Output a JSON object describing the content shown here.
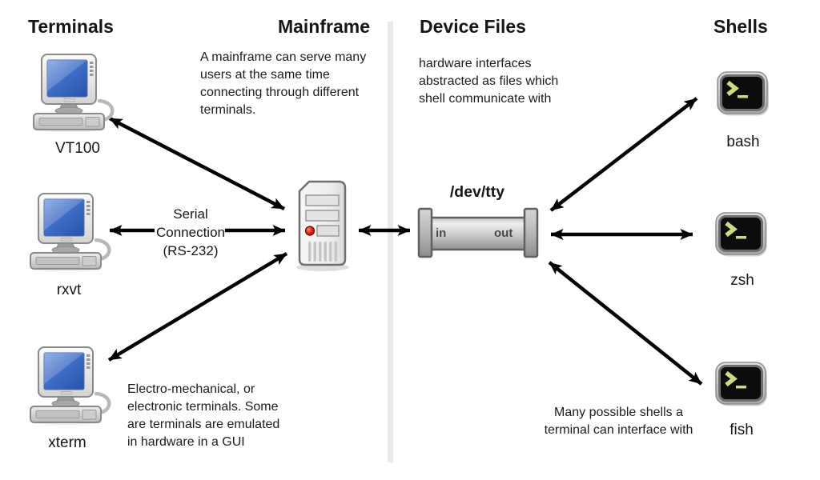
{
  "headers": {
    "terminals": "Terminals",
    "mainframe": "Mainframe",
    "device_files": "Device Files",
    "shells": "Shells"
  },
  "notes": {
    "mainframe": [
      "A mainframe can serve many",
      "users at the same time",
      "connecting through different",
      "terminals."
    ],
    "device_files": [
      "hardware interfaces",
      "abstracted as files which",
      "shell communicate with"
    ],
    "terminals": [
      "Electro-mechanical, or",
      "electronic terminals. Some",
      "are terminals are emulated",
      "in hardware in a GUI"
    ],
    "shells": [
      "Many possible shells a",
      "terminal can interface with"
    ]
  },
  "serial_connection": [
    "Serial",
    "Connection",
    "(RS-232)"
  ],
  "terminal_nodes": [
    {
      "label": "VT100",
      "icon": "crt-computer-icon"
    },
    {
      "label": "rxvt",
      "icon": "crt-computer-icon"
    },
    {
      "label": "xterm",
      "icon": "crt-computer-icon"
    }
  ],
  "shell_nodes": [
    {
      "label": "bash",
      "icon": "terminal-window-icon"
    },
    {
      "label": "zsh",
      "icon": "terminal-window-icon"
    },
    {
      "label": "fish",
      "icon": "terminal-window-icon"
    }
  ],
  "mainframe_node": {
    "icon": "server-tower-icon"
  },
  "pipe": {
    "label": "/dev/tty",
    "port_in": "in",
    "port_out": "out",
    "icon": "pipe-icon"
  },
  "colors": {
    "arrow": "#000000",
    "divider": "#eaeaea",
    "screen_blue": "#3f6cc4",
    "terminal_prompt_green": "#c9db84",
    "pipe_gray": "#bcbcbc",
    "led_red": "#cf1d10"
  }
}
